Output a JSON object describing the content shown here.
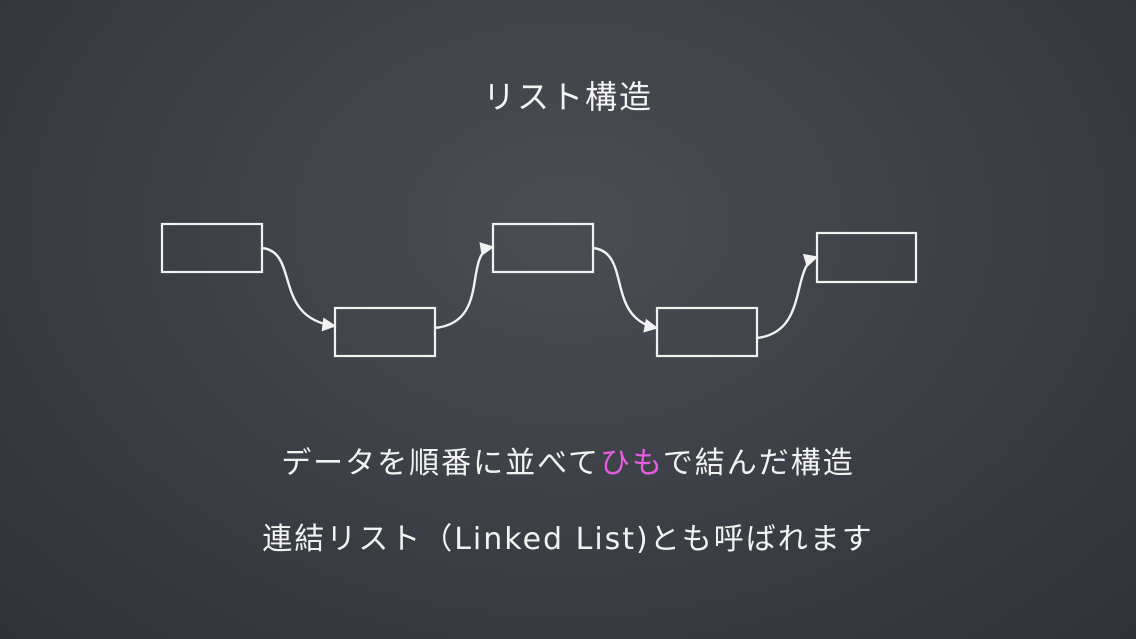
{
  "slide": {
    "title": "リスト構造",
    "line1": {
      "before": "データを順番に並べて",
      "highlight": "ひも",
      "after": "で結んだ構造"
    },
    "line2": "連結リスト（Linked List)とも呼ばれます"
  },
  "diagram": {
    "node_count": 5,
    "link_count": 4
  },
  "colors": {
    "chalk": "#f2f2f2",
    "highlight": "#e65ce0"
  }
}
